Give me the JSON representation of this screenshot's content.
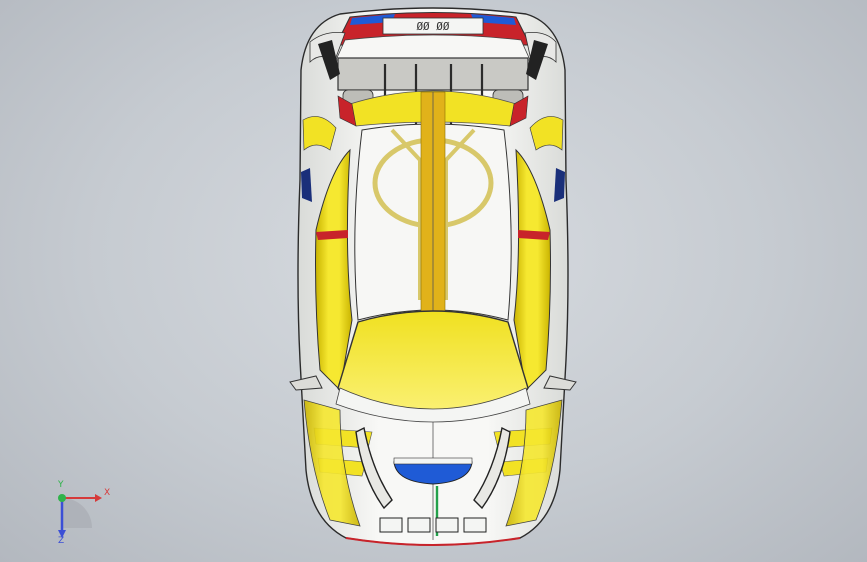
{
  "viewport": {
    "background": "#c9cdd2"
  },
  "car": {
    "rear_plate_text": "ØØ ØØ",
    "colors": {
      "body": "#f4f5f3",
      "yellow": "#f2e224",
      "yellow_dark": "#c9b400",
      "stripe": "#e1b21a",
      "red": "#c8232a",
      "blue": "#1f5bd6",
      "navy": "#1a2f7a",
      "wing": "#c8c8c4",
      "green": "#22a14a"
    }
  },
  "triad": {
    "x_label": "X",
    "y_label": "Y",
    "z_label": "Z",
    "x_color": "#d63a3a",
    "y_color": "#2fb34a",
    "z_color": "#3b4fd6"
  }
}
